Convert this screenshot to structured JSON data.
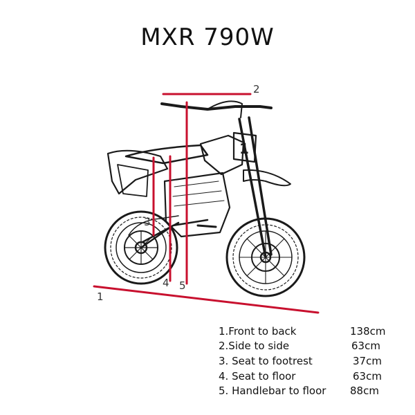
{
  "title": "MXR 790W",
  "colors": {
    "measure_line": "#c8102e",
    "sketch": "#1a1a1a"
  },
  "markers": [
    "1",
    "2",
    "3",
    "4",
    "5"
  ],
  "specs": [
    {
      "label": "1.Front to back",
      "value": "138cm"
    },
    {
      "label": "2.Side to side",
      "value": "63cm"
    },
    {
      "label": "3. Seat to footrest",
      "value": "37cm"
    },
    {
      "label": "4. Seat to floor",
      "value": "63cm"
    },
    {
      "label": "5. Handlebar to floor",
      "value": "88cm"
    }
  ]
}
